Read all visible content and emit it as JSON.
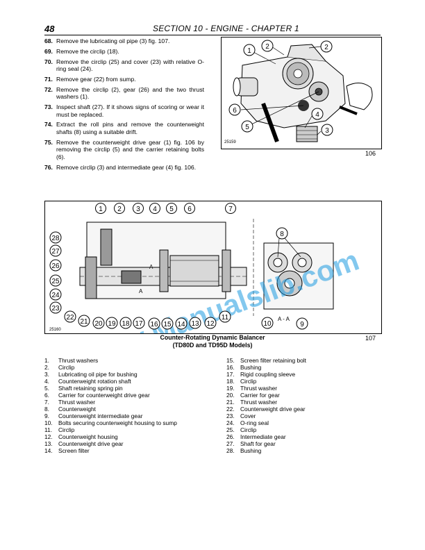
{
  "header": {
    "page_number": "48",
    "section_title": "SECTION 10 - ENGINE - CHAPTER 1"
  },
  "steps": [
    {
      "num": "68.",
      "text": "Remove the lubricating oil pipe (3) fig. 107."
    },
    {
      "num": "69.",
      "text": "Remove the circlip (18)."
    },
    {
      "num": "70.",
      "text": "Remove the circlip (25) and cover (23) with relative O-ring seal (24)."
    },
    {
      "num": "71.",
      "text": "Remove gear (22) from sump."
    },
    {
      "num": "72.",
      "text": "Remove the circlip (2), gear (26) and the two thrust washers (1)."
    },
    {
      "num": "73.",
      "text": "Inspect shaft (27). If it shows signs of scoring or wear it must be replaced."
    },
    {
      "num": "74.",
      "text": "Extract the roll pins and remove the counterweight shafts (8) using a suitable drift."
    },
    {
      "num": "75.",
      "text": "Remove the counterweight drive gear (1) fig. 106 by removing the circlip (5) and the carrier retaining bolts (6)."
    },
    {
      "num": "76.",
      "text": "Remove circlip (3) and intermediate gear (4) fig. 106."
    }
  ],
  "figure106": {
    "number": "106",
    "ref_code": "25159",
    "callouts": [
      "1",
      "2",
      "2",
      "6",
      "4",
      "5",
      "3"
    ]
  },
  "figure107": {
    "number": "107",
    "ref_code": "25160",
    "caption_line1": "Counter-Rotating Dynamic Balancer",
    "caption_line2": "(TD80D and TD95D Models)",
    "section_marks": [
      "A",
      "A",
      "A - A"
    ],
    "callouts_top": [
      "1",
      "2",
      "3",
      "4",
      "5",
      "6",
      "7"
    ],
    "callouts_left": [
      "28",
      "27",
      "26",
      "25",
      "24",
      "23"
    ],
    "callouts_bottom": [
      "22",
      "21",
      "20",
      "19",
      "18",
      "17",
      "16",
      "15",
      "14",
      "13",
      "12",
      "11",
      "10",
      "9"
    ],
    "callout_right": "8"
  },
  "legend_left": [
    {
      "n": "1.",
      "t": "Thrust washers"
    },
    {
      "n": "2.",
      "t": "Circlip"
    },
    {
      "n": "3.",
      "t": "Lubricating oil pipe for bushing"
    },
    {
      "n": "4.",
      "t": "Counterweight rotation shaft"
    },
    {
      "n": "5.",
      "t": "Shaft retaining spring pin"
    },
    {
      "n": "6.",
      "t": "Carrier for counterweight drive gear"
    },
    {
      "n": "7.",
      "t": "Thrust washer"
    },
    {
      "n": "8.",
      "t": "Counterweight"
    },
    {
      "n": "9.",
      "t": "Counterweight intermediate gear"
    },
    {
      "n": "10.",
      "t": "Bolts securing counterweight housing to sump"
    },
    {
      "n": "11.",
      "t": "Circlip"
    },
    {
      "n": "12.",
      "t": "Counterweight housing"
    },
    {
      "n": "13.",
      "t": "Counterweight drive gear"
    },
    {
      "n": "14.",
      "t": "Screen filter"
    }
  ],
  "legend_right": [
    {
      "n": "15.",
      "t": "Screen filter retaining bolt"
    },
    {
      "n": "16.",
      "t": "Bushing"
    },
    {
      "n": "17.",
      "t": "Rigid coupling sleeve"
    },
    {
      "n": "18.",
      "t": "Circlip"
    },
    {
      "n": "19.",
      "t": "Thrust washer"
    },
    {
      "n": "20.",
      "t": "Carrier for gear"
    },
    {
      "n": "21.",
      "t": "Thrust washer"
    },
    {
      "n": "22.",
      "t": "Counterweight drive gear"
    },
    {
      "n": "23.",
      "t": "Cover"
    },
    {
      "n": "24.",
      "t": "O-ring seal"
    },
    {
      "n": "25.",
      "t": "Circlip"
    },
    {
      "n": "26.",
      "t": "Intermediate gear"
    },
    {
      "n": "27.",
      "t": "Shaft for gear"
    },
    {
      "n": "28.",
      "t": "Bushing"
    }
  ],
  "watermark": {
    "text": "www.Manualslib.com",
    "color": "#1e9be0"
  }
}
